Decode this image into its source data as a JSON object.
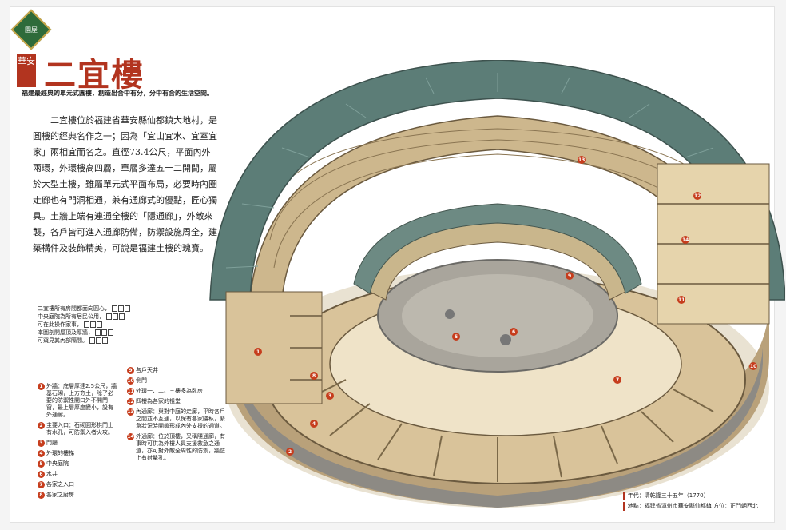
{
  "header": {
    "badge_text": "園屋",
    "side_label": "華安",
    "title": "二宜樓",
    "subtitle": "福建最經典的單元式圓樓，創造出合中有分，分中有合的生活空間。"
  },
  "intro": {
    "text": "二宜樓位於福建省華安縣仙都鎮大地村，是圓樓的經典名作之一；因為「宜山宜水、宜室宜家」兩相宜而名之。直徑73.4公尺，平面內外兩環，外環樓高四層，單層多達五十二開間，屬於大型土樓，雖屬單元式平面布局，必要時內圈走廊也有門洞相通，兼有通廊式的優點，匠心獨具。土牆上端有連通全樓的「隱通廊」，外敵來襲，各戶皆可進入通廊防備，防禦設施周全，建築構件及裝飾精美，可說是福建土樓的瑰寶。"
  },
  "annotation_rows": [
    "二宜樓所有房間都面向圓心，",
    "中央庭院為所有居民公用，",
    "可在此操作家事，",
    "本圖剖開屋頂及厚牆，",
    "可窺見其內部隔間。"
  ],
  "legend": {
    "left": [
      {
        "n": "1",
        "text": "外牆：底層厚達2.5公尺，牆基石砌，上方夯土，除了必要的防禦性開口外不開門窗，最上層厚度變小，設有外通廊。"
      },
      {
        "n": "2",
        "text": "主要入口：石砌圓形拱門上有水孔，可防禦入者火攻。"
      },
      {
        "n": "3",
        "text": "門廳"
      },
      {
        "n": "4",
        "text": "外環的樓梯"
      },
      {
        "n": "5",
        "text": "中央庭院"
      },
      {
        "n": "6",
        "text": "水井"
      },
      {
        "n": "7",
        "text": "各家之入口"
      },
      {
        "n": "8",
        "text": "各家之廚房"
      }
    ],
    "right": [
      {
        "n": "9",
        "text": "各戶天井"
      },
      {
        "n": "10",
        "text": "側門"
      },
      {
        "n": "11",
        "text": "外環一、二、三樓多為臥房"
      },
      {
        "n": "12",
        "text": "四樓為各家的祖堂"
      },
      {
        "n": "13",
        "text": "內通廊：與對中庭的走廊，平時各戶之間並不互通，以保有各家隱私，緊急狀況時開鎖形成內外支援的通道。"
      },
      {
        "n": "14",
        "text": "外通廊：位於頂樓，又稱隱通廊，有事時可供為外樓人員支援救急之通道，亦可對外敵全周性的防禦，牆壁上有射擊孔。"
      }
    ]
  },
  "footer": {
    "era": "年代：清乾隆三十五年（1770）",
    "location": "地點：福建省漳州市華安縣仙都鎮",
    "orientation": "方位：正門朝西北"
  },
  "diagram_markers": [
    "1",
    "2",
    "3",
    "4",
    "5",
    "6",
    "7",
    "8",
    "9",
    "10",
    "11",
    "12",
    "13",
    "14"
  ],
  "colors": {
    "accent": "#b2341f",
    "roof": "#5c7d77",
    "wall": "#d9c39a",
    "marker": "#c63d1d"
  }
}
